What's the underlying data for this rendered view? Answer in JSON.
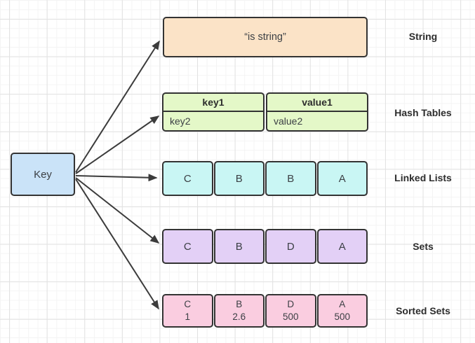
{
  "colors": {
    "key_fill": "#cae3f8",
    "string_fill": "#fbe3c7",
    "hash_fill": "#e4f8c8",
    "list_fill": "#c9f6f4",
    "set_fill": "#e3d0f6",
    "zset_fill": "#facde0",
    "border": "#333333",
    "arrow": "#3b3b3b",
    "text": "#3c4045",
    "label_text": "#2d2d2d"
  },
  "key_node": {
    "label": "Key"
  },
  "string_row": {
    "value": "“is string”",
    "label": "String"
  },
  "hash_row": {
    "label": "Hash Tables",
    "columns": [
      {
        "header": "key1",
        "cell": "key2"
      },
      {
        "header": "value1",
        "cell": "value2"
      }
    ]
  },
  "list_row": {
    "label": "Linked Lists",
    "cells": [
      "C",
      "B",
      "B",
      "A"
    ]
  },
  "set_row": {
    "label": "Sets",
    "cells": [
      "C",
      "B",
      "D",
      "A"
    ]
  },
  "zset_row": {
    "label": "Sorted Sets",
    "cells": [
      {
        "member": "C",
        "score": "1"
      },
      {
        "member": "B",
        "score": "2.6"
      },
      {
        "member": "D",
        "score": "500"
      },
      {
        "member": "A",
        "score": "500"
      }
    ]
  }
}
